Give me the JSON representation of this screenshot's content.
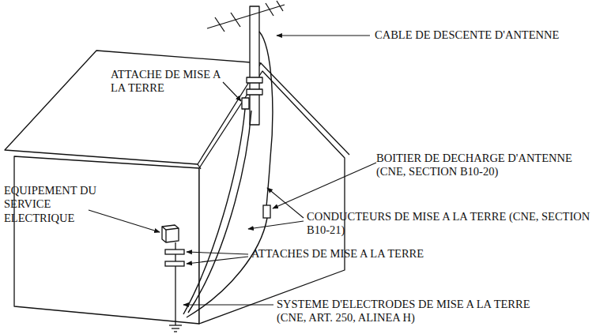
{
  "diagram": {
    "labels": [
      "CABLE DE DESCENTE D'ANTENNE",
      "ATTACHE DE MISE A LA TERRE",
      "BOITIER DE DECHARGE D'ANTENNE (CNE, SECTION B10-20)",
      "EQUIPEMENT DU SERVICE ELECTRIQUE",
      "CONDUCTEURS DE MISE A LA TERRE (CNE, SECTION B10-21)",
      "ATTACHES DE MISE A LA TERRE",
      "SYSTEME D'ELECTRODES DE MISE A LA TERRE (CNE, ART. 250, ALINEA H)"
    ]
  }
}
